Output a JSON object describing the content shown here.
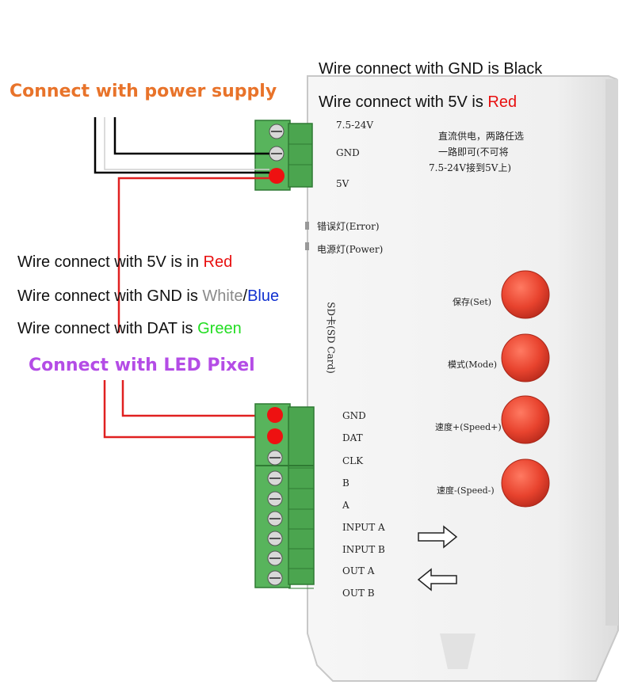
{
  "headings": {
    "power_supply": "Connect with power supply",
    "led_pixel": "Connect with LED Pixel"
  },
  "top_notes": {
    "gnd": {
      "prefix": "Wire connect with GND is ",
      "color_word": "Black"
    },
    "v5": {
      "prefix": "Wire connect with 5V is ",
      "color_word": "Red"
    }
  },
  "mid_notes": {
    "v5": {
      "prefix": "Wire connect with 5V is in ",
      "color_word": "Red"
    },
    "gnd": {
      "prefix": "Wire connect with GND is ",
      "color_word_1": "White",
      "sep": "/",
      "color_word_2": "Blue"
    },
    "dat": {
      "prefix": "Wire connect with DAT is ",
      "color_word": "Green"
    }
  },
  "device": {
    "power_terminal": {
      "v_range": "7.5-24V",
      "gnd": "GND",
      "v5": "5V"
    },
    "power_note_cn": [
      "直流供电，两路任选",
      "一路即可(不可将",
      "7.5-24V接到5V上)"
    ],
    "leds": {
      "error": "错误灯(Error)",
      "power": "电源灯(Power)"
    },
    "sd_card": "SD卡(SD Card)",
    "buttons": [
      {
        "label": "保存(Set)"
      },
      {
        "label": "模式(Mode)"
      },
      {
        "label": "速度+(Speed+)"
      },
      {
        "label": "速度-(Speed-)"
      }
    ],
    "output_terminal": [
      "GND",
      "DAT",
      "CLK",
      "B",
      "A",
      "INPUT A",
      "INPUT B",
      "OUT A",
      "OUT B"
    ]
  },
  "colors": {
    "orange": "#e8732a",
    "purple": "#b44ce6",
    "red_text": "#e81010",
    "blue_text": "#1030d0",
    "green_text": "#22dd22",
    "white_text": "#8a8a8a",
    "wire_red": "#e02020",
    "button_red": "#e8432e",
    "terminal_green": "#58b45c"
  }
}
